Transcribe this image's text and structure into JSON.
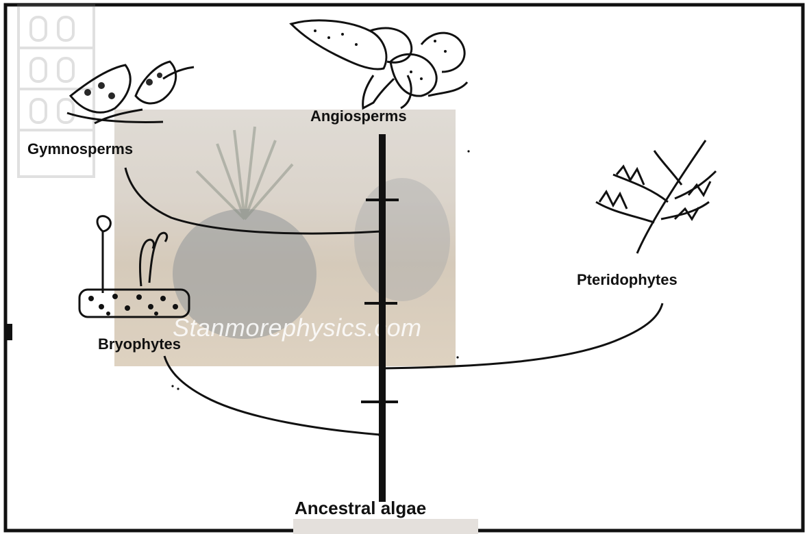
{
  "diagram": {
    "title": "",
    "root": "Ancestral algae",
    "groups": [
      {
        "id": "bryophytes",
        "label": "Bryophytes",
        "icon": "moss-icon"
      },
      {
        "id": "pteridophytes",
        "label": "Pteridophytes",
        "icon": "fern-icon"
      },
      {
        "id": "gymnosperms",
        "label": "Gymnosperms",
        "icon": "conifer-icon"
      },
      {
        "id": "angiosperms",
        "label": "Angiosperms",
        "icon": "flowering-plant-icon"
      }
    ],
    "watermark": "Stanmorephysics.com"
  },
  "colors": {
    "background": "#ffffff",
    "line": "#111111",
    "photo_overlay": "#cfc6ba"
  }
}
